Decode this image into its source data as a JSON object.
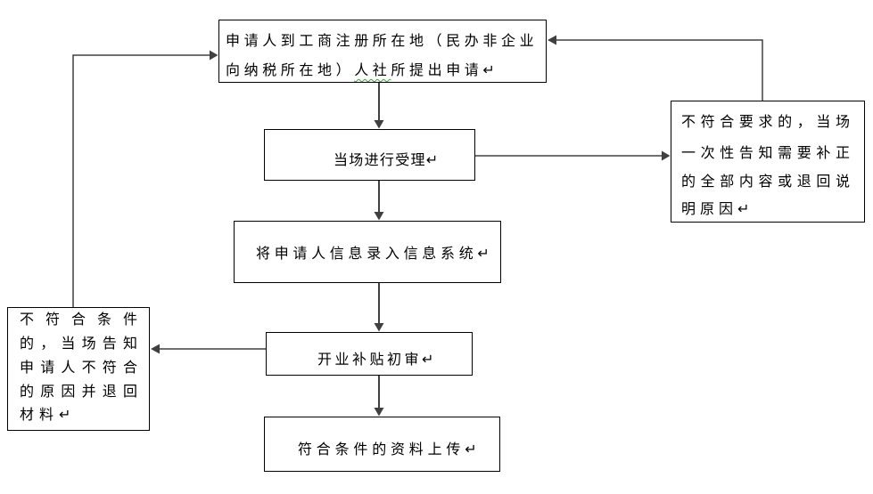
{
  "flowchart": {
    "apply": {
      "line1": "申请人到工商注册所在地（民办非企业",
      "line2_start": "向纳税所在地）",
      "line2_flagged": "人社",
      "line2_end": "所提出申请↵"
    },
    "accept": "当场进行受理↵",
    "enter_info": "将申请人信息录入信息系统↵",
    "preliminary_review": "开业补贴初审↵",
    "upload": "符合条件的资料上传↵",
    "return_for_correction": [
      "不符合要求的，当场",
      "一次性告知需要补正",
      "的全部内容或退回说",
      "明原因↵"
    ],
    "return_materials": [
      "不符合条件",
      "的，当场告知",
      "申请人不符合",
      "的原因并退回",
      "材料↵"
    ]
  },
  "colors": {
    "background": "#ffffff",
    "box_border": "#000000",
    "text": "#000000",
    "connector": "#404040",
    "spellcheck_underline": "#3a9d3a"
  }
}
